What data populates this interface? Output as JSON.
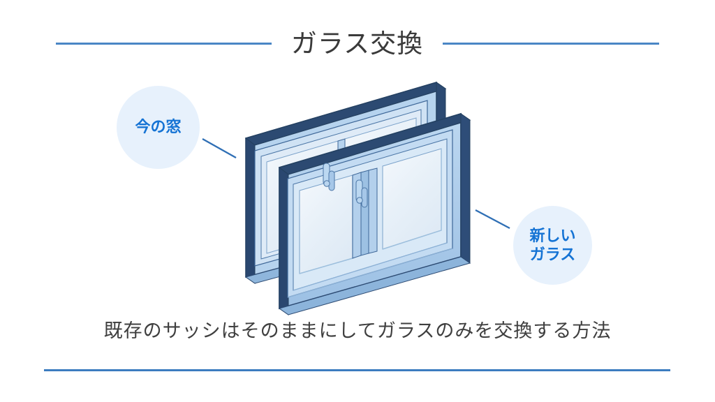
{
  "slide": {
    "title": "ガラス交換",
    "caption": "既存のサッシはそのままにしてガラスのみを交換する方法",
    "background_color": "#ffffff",
    "title_color": "#3a3a3a",
    "rule_color": "#4a86c5",
    "bottom_rule_color": "#3c7cc0"
  },
  "badges": {
    "left": {
      "name": "今の窓",
      "line1": "今の窓",
      "text_color": "#1573d4",
      "circle_color": "#e7f1fc"
    },
    "right": {
      "name": "新しいガラス",
      "line1": "新しい",
      "line2": "ガラス",
      "text_color": "#1573d4",
      "circle_color": "#e7f1fc"
    }
  },
  "illustration": {
    "name": "isometric-window-sash-pair",
    "description": "2枚のサッシ枠（既存サッシと新しいガラス）の立体イラスト",
    "leader_line_color": "#2f6fb5",
    "frame_dark_color": "#2c4a72",
    "frame_face_color": "#a9c9e8",
    "frame_light_color": "#c5ddf3",
    "glass_color": "#eaf2f9"
  }
}
